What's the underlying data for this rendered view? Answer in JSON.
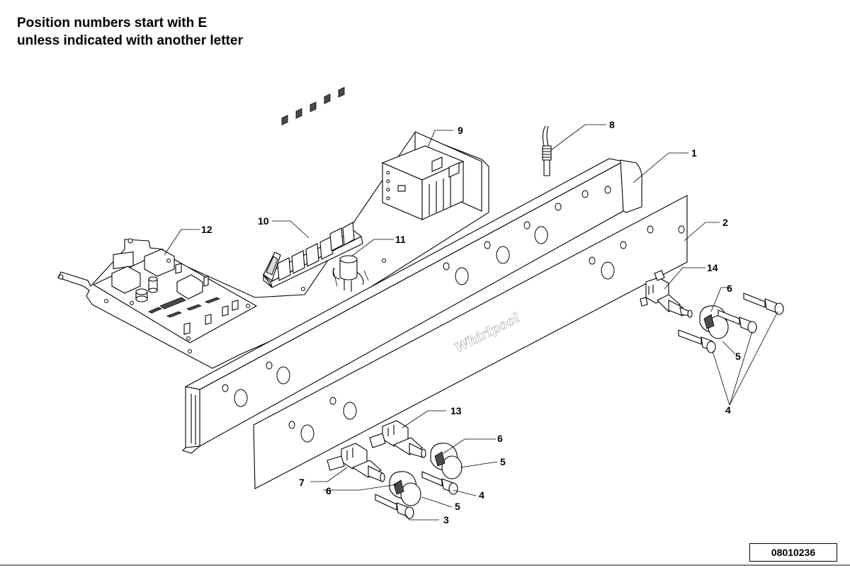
{
  "header": {
    "line1": "Position numbers start with E",
    "line2": "unless indicated with another letter"
  },
  "document_number": "08010236",
  "brand_logo_text": "Whirlpool",
  "callouts": [
    {
      "id": "c1",
      "label": "1"
    },
    {
      "id": "c2",
      "label": "2"
    },
    {
      "id": "c3",
      "label": "3"
    },
    {
      "id": "c4a",
      "label": "4"
    },
    {
      "id": "c4b",
      "label": "4"
    },
    {
      "id": "c5a",
      "label": "5"
    },
    {
      "id": "c5b",
      "label": "5"
    },
    {
      "id": "c5c",
      "label": "5"
    },
    {
      "id": "c6a",
      "label": "6"
    },
    {
      "id": "c6b",
      "label": "6"
    },
    {
      "id": "c6c",
      "label": "6"
    },
    {
      "id": "c7",
      "label": "7"
    },
    {
      "id": "c8",
      "label": "8"
    },
    {
      "id": "c9",
      "label": "9"
    },
    {
      "id": "c10",
      "label": "10"
    },
    {
      "id": "c11",
      "label": "11"
    },
    {
      "id": "c12",
      "label": "12"
    },
    {
      "id": "c13",
      "label": "13"
    },
    {
      "id": "c14",
      "label": "14"
    }
  ]
}
